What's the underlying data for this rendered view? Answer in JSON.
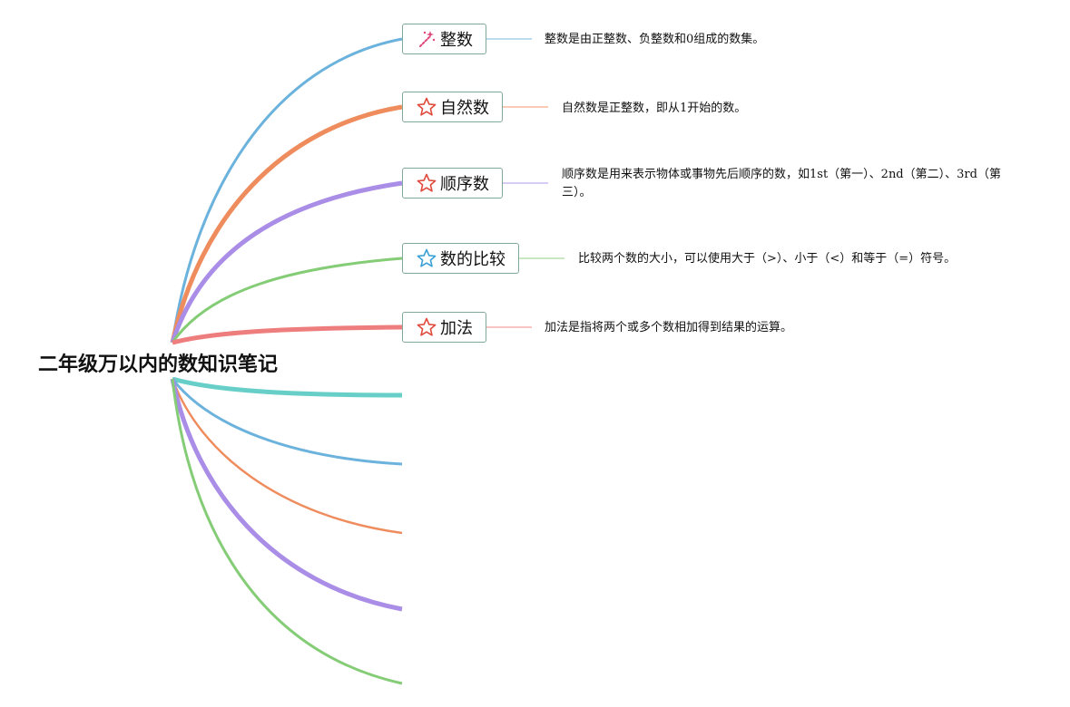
{
  "root": {
    "title": "二年级万以内的数知识笔记"
  },
  "branches": [
    {
      "label": "整数",
      "icon": "magic-wand-icon",
      "note": "整数是由正整数、负整数和0组成的数集。",
      "color": "#6bb2dd"
    },
    {
      "label": "自然数",
      "icon": "star-outline-icon",
      "note": "自然数是正整数，即从1开始的数。",
      "color": "#ef8c5d"
    },
    {
      "label": "顺序数",
      "icon": "star-outline-icon",
      "note": "顺序数是用来表示物体或事物先后顺序的数，如1st（第一）、2nd（第二）、3rd（第三）。",
      "color": "#a98de6"
    },
    {
      "label": "数的比较",
      "icon": "star-outline-icon",
      "note": "比较两个数的大小，可以使用大于（>）、小于（<）和等于（=）符号。",
      "color": "#84cc76"
    },
    {
      "label": "加法",
      "icon": "star-outline-icon",
      "note": "加法是指将两个或多个数相加得到结果的运算。",
      "color": "#ee7d7d"
    }
  ],
  "empty_branch_colors": [
    "#67cfc8",
    "#6bb2dd",
    "#ef8c5d",
    "#a98de6",
    "#84cc76"
  ],
  "colors": {
    "node_border": "#7fa89a",
    "star_red": "#e04a3c",
    "star_blue": "#3aa0d6",
    "wand_pink": "#e0457b"
  }
}
